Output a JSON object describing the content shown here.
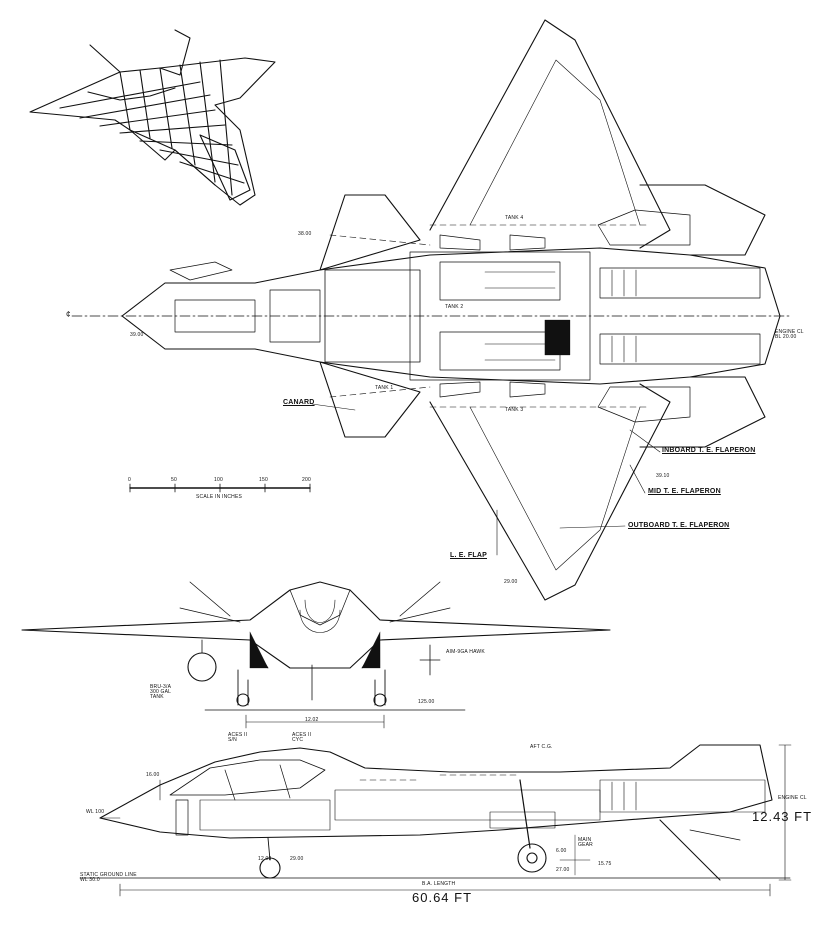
{
  "plan_view": {
    "callouts": {
      "canard": "CANARD",
      "inboard_flaperon": "INBOARD T. E. FLAPERON",
      "mid_flaperon": "MID T. E. FLAPERON",
      "outboard_flaperon": "OUTBOARD T. E. FLAPERON",
      "le_flap": "L. E. FLAP"
    },
    "tanks": {
      "tank_4": "TANK 4",
      "tank_3": "TANK 3",
      "tank_2": "TANK 2",
      "tank_1": "TANK 1"
    },
    "dims": {
      "nose_dim": "39.00",
      "canard_dim": "38.00",
      "engine_cl": "ENGINE CL\nBL 20.00",
      "flaperon_dim": "39.10",
      "flap_dim": "29.00",
      "centerline": "¢"
    },
    "scale": {
      "ticks": [
        "0",
        "50",
        "100",
        "150",
        "200"
      ],
      "caption": "SCALE IN INCHES"
    }
  },
  "front_view": {
    "labels": {
      "brl": "BRU-3/A\n300 GAL\nTANK",
      "missile": "AIM-9GA HAWK",
      "angle": "125.00",
      "track": "12.02"
    }
  },
  "side_view": {
    "labels": {
      "pilot_seat": "ACES II\nS/N",
      "wso_seat": "ACES II\nCYC",
      "cg": "AFT C.G.",
      "engine_cl": "ENGINE CL",
      "ground_line": "STATIC GROUND LINE\nWL 30.0",
      "height_dim": "12.43 FT",
      "length_caption": "B.A. LENGTH",
      "length_value": "60.64 FT",
      "gear_dim": "27.00",
      "angle_dim": "15.75",
      "main_gear": "MAIN\nGEAR",
      "dim_a": "12.00",
      "dim_b": "29.00",
      "dim_c": "6.00",
      "wl": "WL 100",
      "nose_dim": "16.00"
    }
  }
}
